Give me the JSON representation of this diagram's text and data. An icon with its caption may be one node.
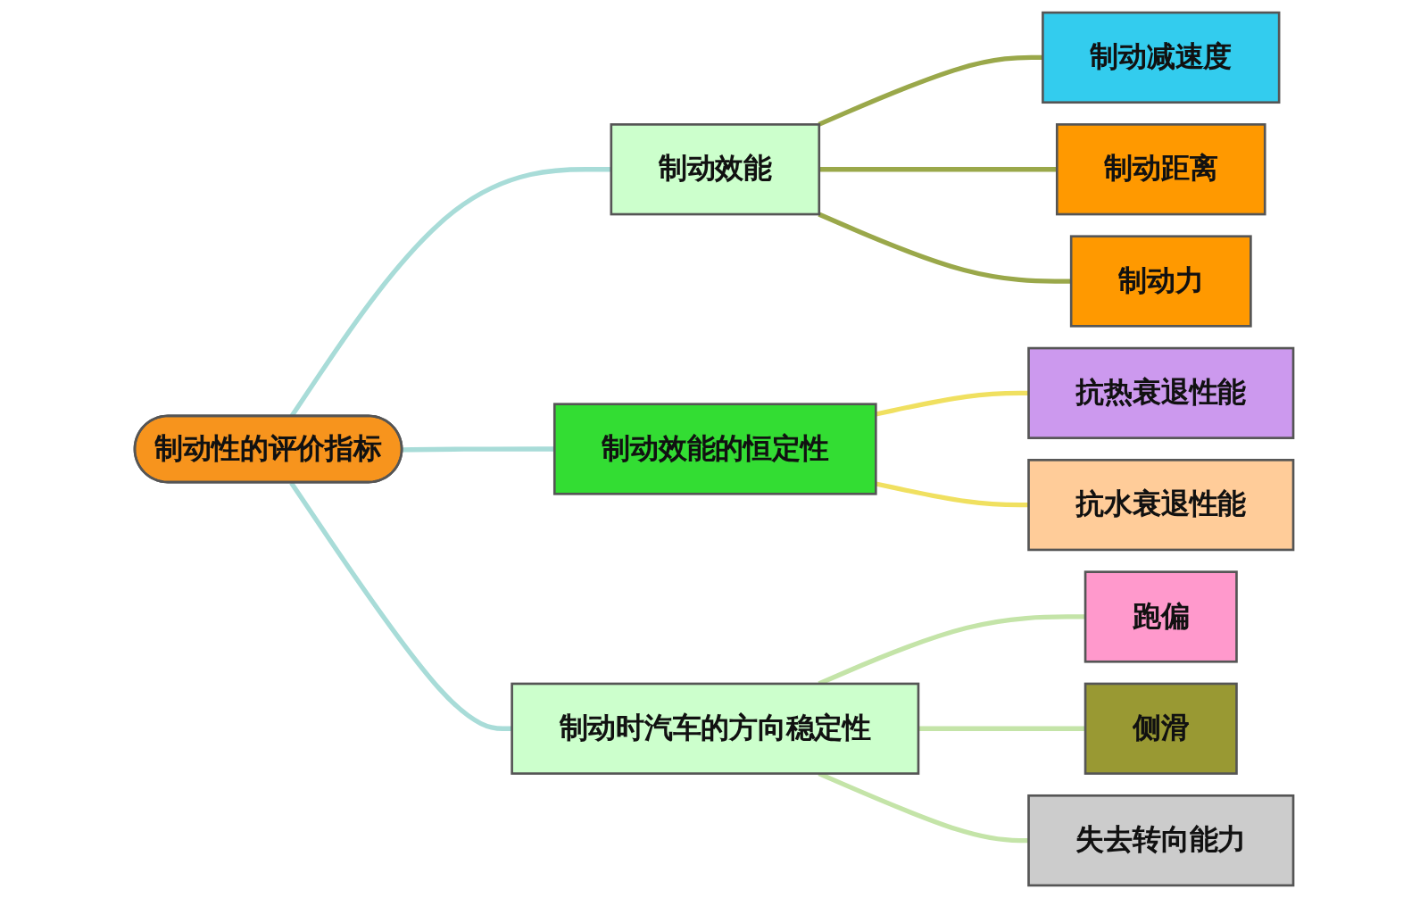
{
  "diagram": {
    "nodes": [
      {
        "text": [
          "制动性的评价指标"
        ]
      },
      {
        "text": [
          "制动效能"
        ]
      },
      {
        "text": [
          "制动效能的恒定性"
        ]
      },
      {
        "text": [
          "制动时汽车的方向稳定性"
        ]
      },
      {
        "text": [
          "制动减速度"
        ]
      },
      {
        "text": [
          "制动距离"
        ]
      },
      {
        "text": [
          "制动力"
        ]
      },
      {
        "text": [
          "抗热衰退性能"
        ]
      },
      {
        "text": [
          "抗水衰退性能"
        ]
      },
      {
        "text": [
          "跑偏"
        ]
      },
      {
        "text": [
          "侧滑"
        ]
      },
      {
        "text": [
          "失去转向能力"
        ]
      }
    ],
    "edges": [
      {
        "from": 0,
        "to": 1,
        "arrow": "none",
        "color": "#a8dcd8"
      },
      {
        "from": 0,
        "to": 2,
        "arrow": "none",
        "color": "#a8dcd8"
      },
      {
        "from": 0,
        "to": 3,
        "arrow": "none",
        "color": "#a8dcd8"
      },
      {
        "from": 1,
        "to": 4,
        "arrow": "none",
        "color": "#9aa84a"
      },
      {
        "from": 1,
        "to": 5,
        "arrow": "none",
        "color": "#9aa84a"
      },
      {
        "from": 1,
        "to": 6,
        "arrow": "none",
        "color": "#9aa84a"
      },
      {
        "from": 2,
        "to": 7,
        "arrow": "none",
        "color": "#f0e060"
      },
      {
        "from": 2,
        "to": 8,
        "arrow": "none",
        "color": "#f0e060"
      },
      {
        "from": 3,
        "to": 9,
        "arrow": "none",
        "color": "#c4e4a8"
      },
      {
        "from": 3,
        "to": 10,
        "arrow": "none",
        "color": "#c4e4a8"
      },
      {
        "from": 3,
        "to": 11,
        "arrow": "none",
        "color": "#c4e4a8"
      }
    ]
  }
}
